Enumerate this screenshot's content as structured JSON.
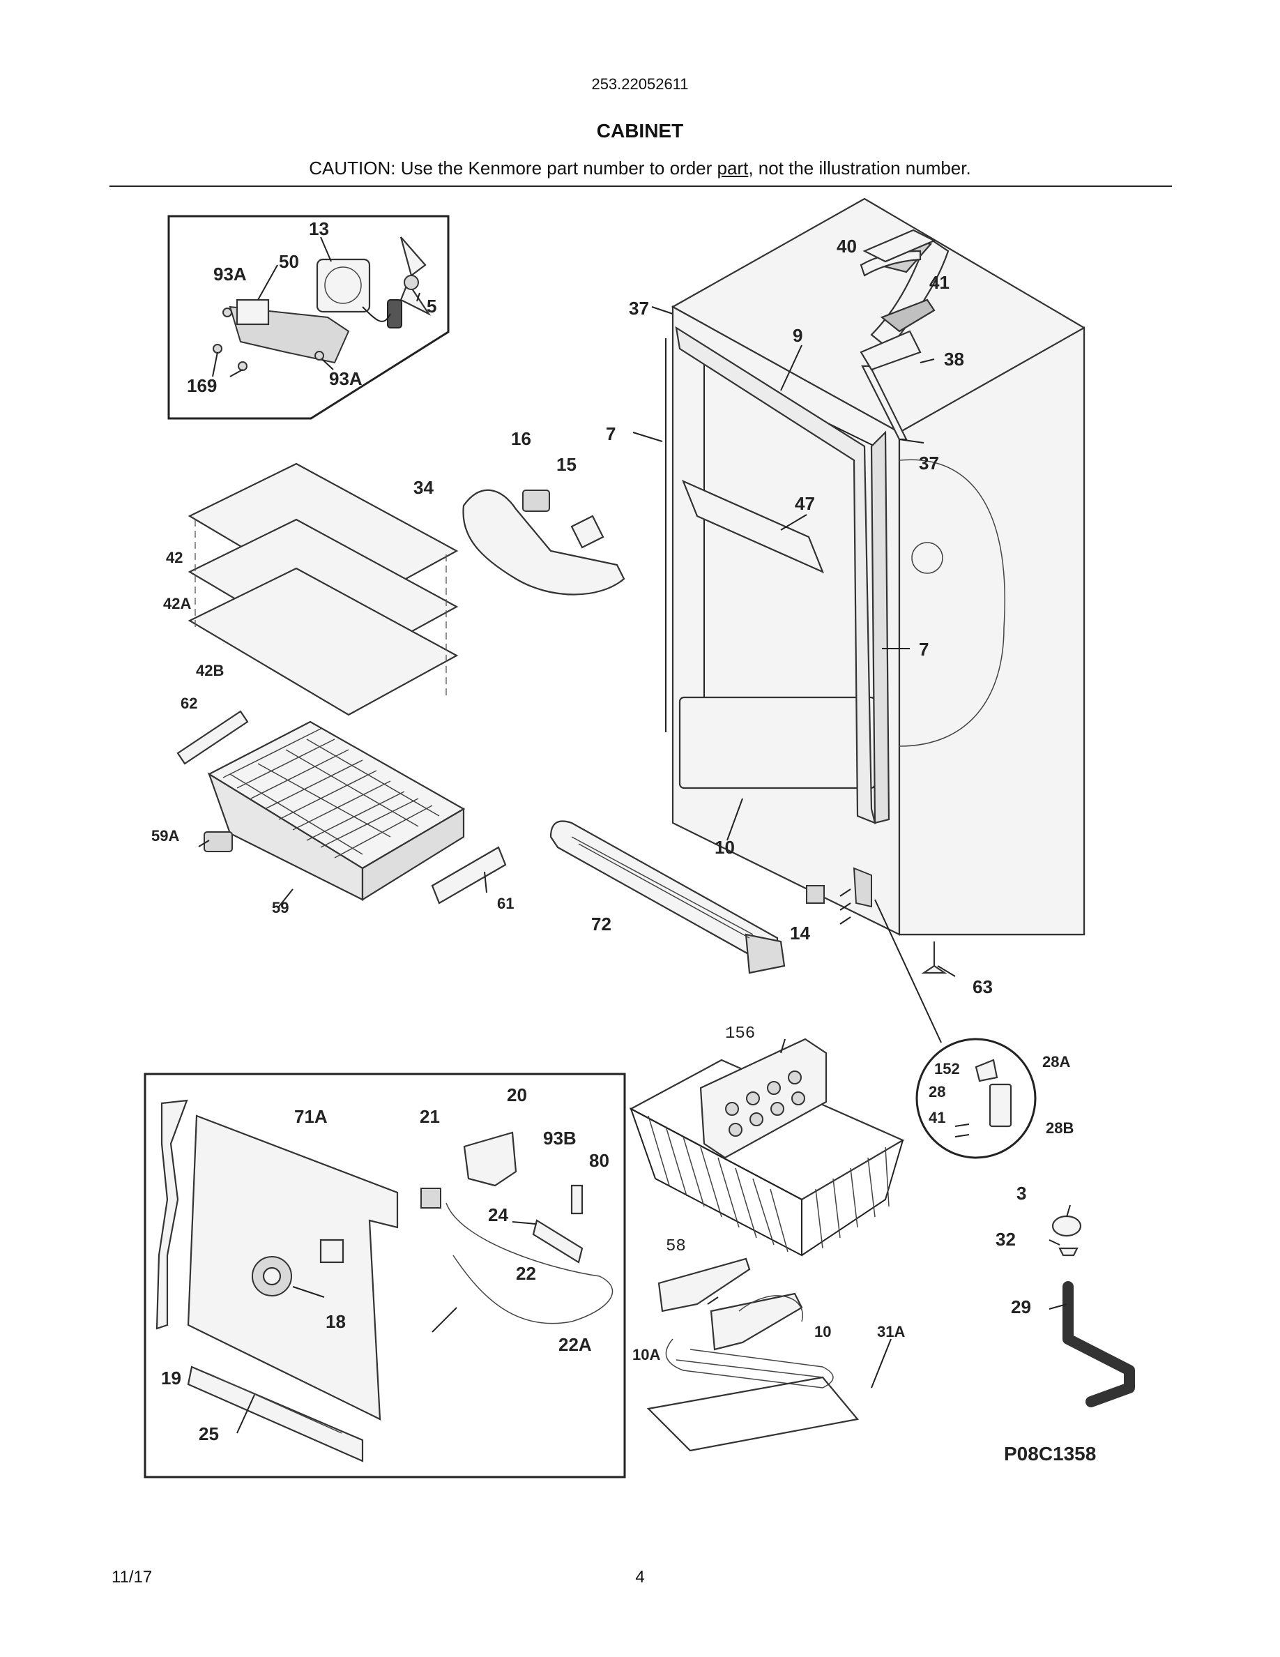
{
  "header": {
    "model_number": "253.22052611",
    "section_title": "CABINET",
    "caution_prefix": "CAUTION: Use the Kenmore part number to order ",
    "caution_link": "part",
    "caution_suffix": ", not the illustration number."
  },
  "diagram": {
    "drawing_id": "P08C1358",
    "callouts": {
      "c13": "13",
      "c93A_a": "93A",
      "c50": "50",
      "c5": "5",
      "c169": "169",
      "c93A_b": "93A",
      "c37_a": "37",
      "c40": "40",
      "c41_a": "41",
      "c9": "9",
      "c38": "38",
      "c37_b": "37",
      "c16": "16",
      "c15": "15",
      "c7_a": "7",
      "c34": "34",
      "c47": "47",
      "c7_b": "7",
      "c42": "42",
      "c42A": "42A",
      "c42B": "42B",
      "c62": "62",
      "c59A": "59A",
      "c59": "59",
      "c61": "61",
      "c72": "72",
      "c10_a": "10",
      "c14": "14",
      "c63": "63",
      "c156": "156",
      "c152": "152",
      "c28A": "28A",
      "c28": "28",
      "c41_b": "41",
      "c28B": "28B",
      "c71A": "71A",
      "c21": "21",
      "c20": "20",
      "c93B": "93B",
      "c80": "80",
      "c24": "24",
      "c22": "22",
      "c18": "18",
      "c22A": "22A",
      "c19": "19",
      "c25": "25",
      "c58": "58",
      "c10A": "10A",
      "c10_b": "10",
      "c31A": "31A",
      "c3": "3",
      "c32": "32",
      "c29": "29"
    }
  },
  "footer": {
    "date": "11/17",
    "page_number": "4"
  }
}
